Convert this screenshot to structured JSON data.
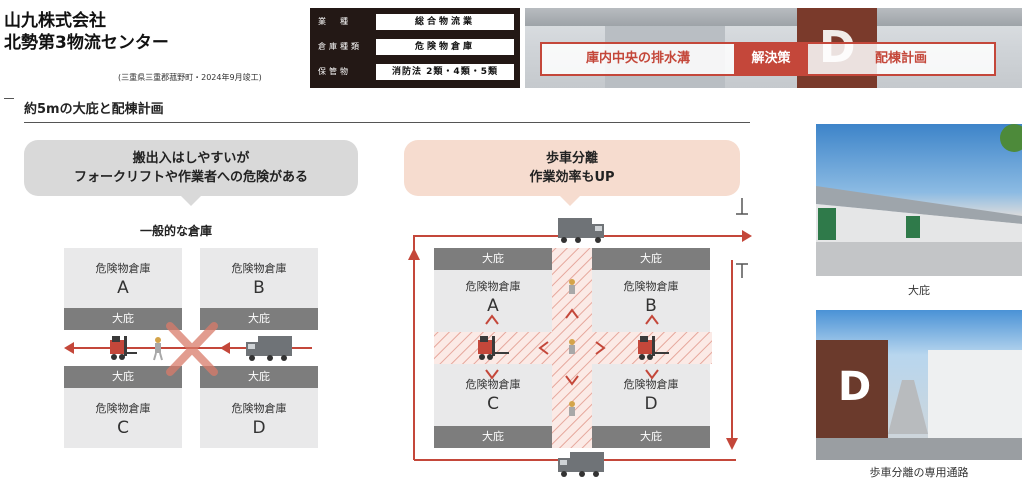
{
  "header": {
    "company": "山九株式会社",
    "facility": "北勢第3物流センター",
    "location_note": "(三重県三重郡菰野町・2024年9月竣工)",
    "info": [
      {
        "label": "業　種",
        "value": "総合物流業"
      },
      {
        "label": "倉庫種類",
        "value": "危険物倉庫"
      },
      {
        "label": "保管物",
        "value": "消防法 2類・4類・5類"
      }
    ],
    "banner": {
      "problem": "庫内中央の排水溝",
      "solution_label": "解決策",
      "solution": "配棟計画",
      "door_letter": "D"
    }
  },
  "section": {
    "title": "約5mの大庇と配棟計画"
  },
  "left": {
    "bubble_line1": "搬出入はしやすいが",
    "bubble_line2": "フォークリフトや作業者への危険がある",
    "subtitle": "一般的な倉庫",
    "apron_label": "大庇",
    "warehouses": [
      {
        "name": "危険物倉庫",
        "letter": "A"
      },
      {
        "name": "危険物倉庫",
        "letter": "B"
      },
      {
        "name": "危険物倉庫",
        "letter": "C"
      },
      {
        "name": "危険物倉庫",
        "letter": "D"
      }
    ]
  },
  "right": {
    "bubble_line1": "歩車分離",
    "bubble_line2": "作業効率もUP",
    "apron_label": "大庇",
    "warehouses": [
      {
        "name": "危険物倉庫",
        "letter": "A"
      },
      {
        "name": "危険物倉庫",
        "letter": "B"
      },
      {
        "name": "危険物倉庫",
        "letter": "C"
      },
      {
        "name": "危険物倉庫",
        "letter": "D"
      }
    ]
  },
  "photos": [
    {
      "caption": "大庇"
    },
    {
      "caption": "歩車分離の専用通路",
      "door_letter": "D"
    }
  ],
  "colors": {
    "accent_red": "#c4473a",
    "dark": "#231815",
    "apron_gray": "#7d7d7d",
    "warehouse_gray": "#e9e9ea",
    "bubble_gray": "#d9d9d9",
    "bubble_peach": "#f6dccf"
  }
}
